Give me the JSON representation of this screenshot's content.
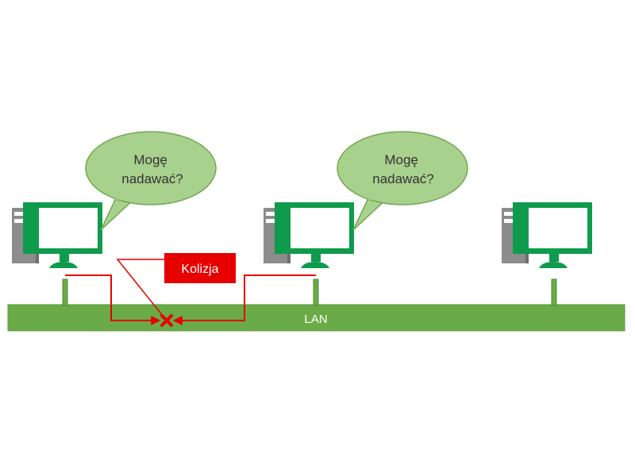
{
  "bubbles": [
    {
      "line1": "Mogę",
      "line2": "nadawać?"
    },
    {
      "line1": "Mogę",
      "line2": "nadawać?"
    }
  ],
  "collision_label": "Kolizja",
  "lan_label": "LAN",
  "colors": {
    "monitor_green": "#0f9b4c",
    "tower_gray": "#8c8c8c",
    "lan_bar": "#6aab47",
    "bubble_fill": "#a9d18e",
    "bubble_stroke": "#70a84e",
    "collision_red": "#e60000",
    "signal_red": "#e60000"
  }
}
